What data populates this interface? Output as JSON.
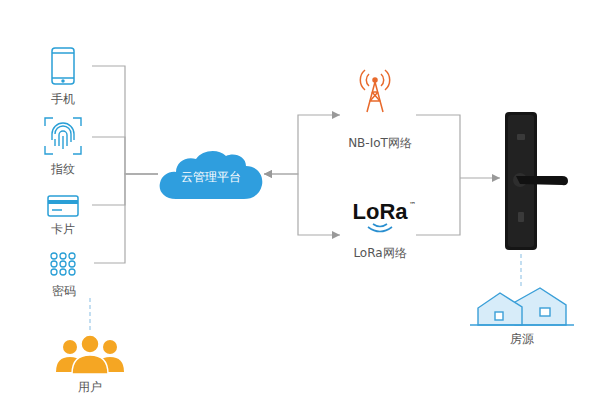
{
  "diagram": {
    "nodes": [
      {
        "text": [
          "手机"
        ]
      },
      {
        "text": [
          "指纹"
        ]
      },
      {
        "text": [
          "卡片"
        ]
      },
      {
        "text": [
          "密码"
        ]
      },
      {
        "text": [
          "用户"
        ]
      },
      {
        "text": [
          "云管理平台"
        ]
      },
      {
        "text": [
          "NB-IoT网络"
        ]
      },
      {
        "text": [
          "LoRa",
          "LoRa网络"
        ]
      },
      {
        "text": [
          "房源"
        ]
      }
    ],
    "edges": [
      {
        "from": 0,
        "to": 5,
        "arrow": "none"
      },
      {
        "from": 1,
        "to": 5,
        "arrow": "none"
      },
      {
        "from": 2,
        "to": 5,
        "arrow": "none"
      },
      {
        "from": 3,
        "to": 5,
        "arrow": "none"
      },
      {
        "from": 3,
        "to": 4,
        "arrow": "none"
      },
      {
        "from": 5,
        "to": 6,
        "arrow": "both"
      },
      {
        "from": 5,
        "to": 7,
        "arrow": "both"
      }
    ],
    "labels": [
      "™"
    ]
  }
}
